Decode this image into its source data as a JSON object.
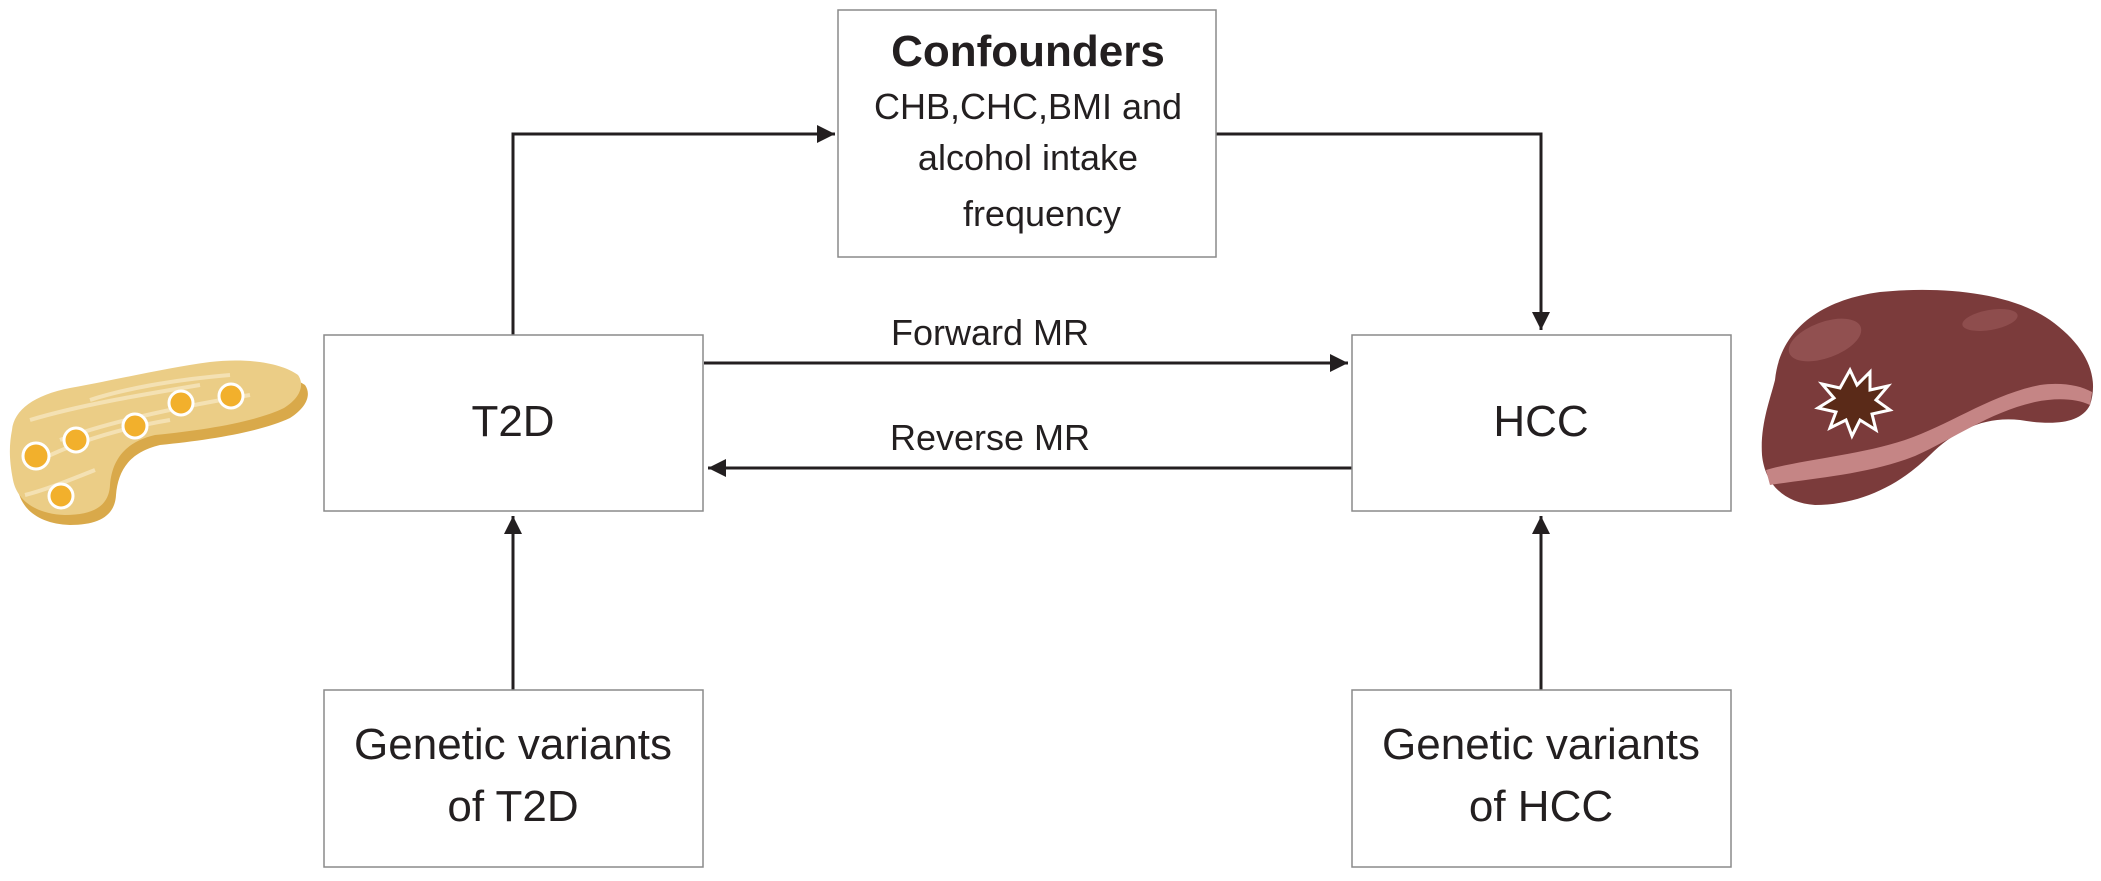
{
  "confounders": {
    "title": "Confounders",
    "lines": [
      "CHB,CHC,BMI and",
      "alcohol intake",
      "frequency"
    ]
  },
  "exposure": {
    "label": "T2D"
  },
  "outcome": {
    "label": "HCC"
  },
  "forward_label": "Forward MR",
  "reverse_label": "Reverse MR",
  "instruments": {
    "t2d": {
      "lines": [
        "Genetic variants",
        "of T2D"
      ]
    },
    "hcc": {
      "lines": [
        "Genetic variants",
        "of HCC"
      ]
    }
  },
  "colors": {
    "box_border": "#8a8a8a",
    "line": "#231f20",
    "pancreas": "#e8c77a",
    "pancreas_dot": "#f2b02c",
    "liver": "#7b3b3b",
    "liver_band": "#c58585"
  },
  "icons": {
    "left": "pancreas-icon",
    "right": "liver-tumor-icon"
  }
}
